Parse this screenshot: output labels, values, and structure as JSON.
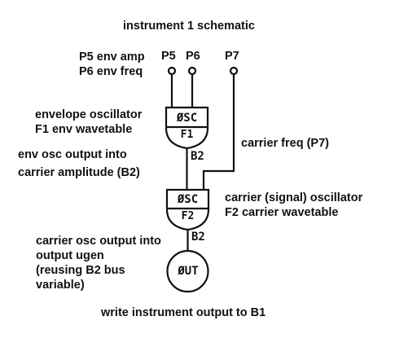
{
  "title": "instrument 1 schematic",
  "left_annotations": {
    "params_line1": "P5 env amp",
    "params_line2": "P6 env freq",
    "env_osc_line1": "envelope oscillator",
    "env_osc_line2": "F1 env wavetable",
    "env_out_line1": "env osc output into",
    "env_out_line2": "carrier amplitude (B2)",
    "car_out_line1": "carrier osc output into",
    "car_out_line2": "output ugen",
    "car_out_line3": "(reusing B2 bus",
    "car_out_line4": "variable)"
  },
  "right_annotations": {
    "carrier_freq": "carrier freq (P7)",
    "car_osc_line1": "carrier (signal) oscillator",
    "car_osc_line2": "F2 carrier wavetable"
  },
  "inputs": {
    "p5": "P5",
    "p6": "P6",
    "p7": "P7"
  },
  "units": {
    "osc1_name": "ØSC",
    "osc1_table": "F1",
    "osc2_name": "ØSC",
    "osc2_table": "F2",
    "out_name": "ØUT"
  },
  "buses": {
    "bus1": "B2",
    "bus2": "B2"
  },
  "footer": "write instrument output to B1"
}
